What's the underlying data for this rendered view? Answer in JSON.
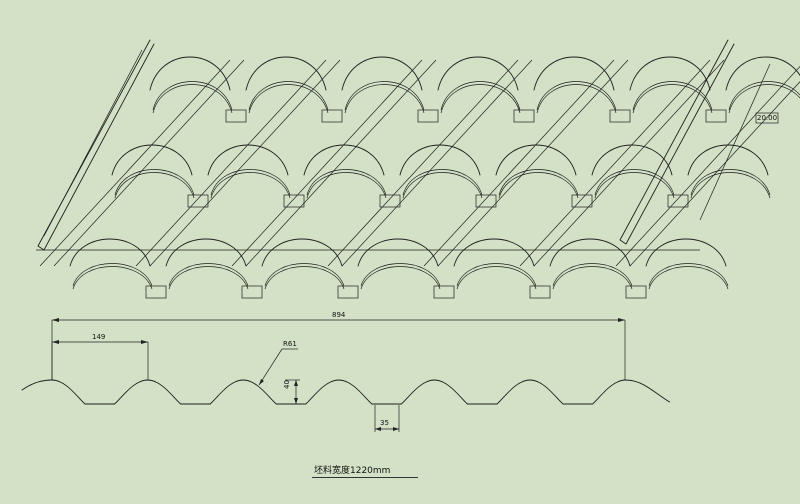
{
  "drawing": {
    "dims": {
      "height_tag": "20.00",
      "total_width": "894",
      "pitch": "149",
      "radius": "R61",
      "depth": "40",
      "valley": "35"
    },
    "caption": "坯料宽度1220mm"
  },
  "colors": {
    "background": "#d3e2c6",
    "line": "#1f1f1f"
  }
}
